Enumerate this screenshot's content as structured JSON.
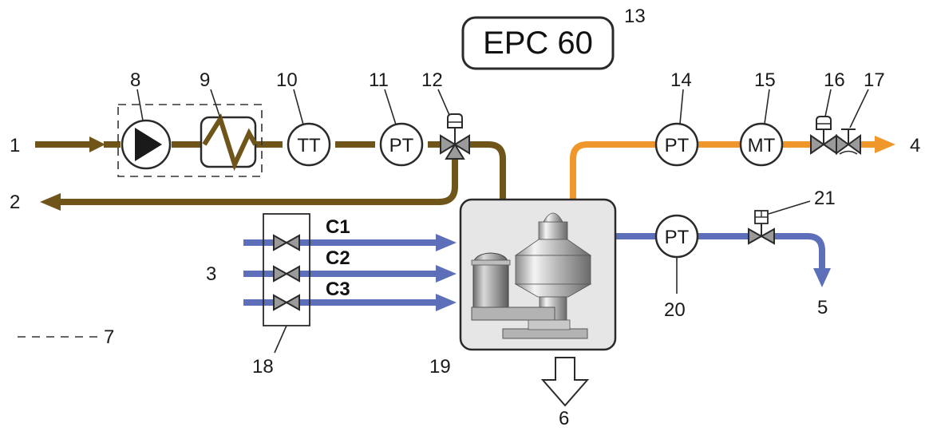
{
  "title": "EPC 60",
  "title_ref": "13",
  "colors": {
    "feed_pipe": "#6f5519",
    "product_pipe": "#f0972b",
    "gas_pipe": "#5d6fb8",
    "outline": "#2a2a2a",
    "machine_bg": "#e6e6e6",
    "valve_fill": "#a0a0a0"
  },
  "numbers": {
    "n1": "1",
    "n2": "2",
    "n3": "3",
    "n4": "4",
    "n5": "5",
    "n6": "6",
    "n7": "7",
    "n8": "8",
    "n9": "9",
    "n10": "10",
    "n11": "11",
    "n12": "12",
    "n14": "14",
    "n15": "15",
    "n16": "16",
    "n17": "17",
    "n18": "18",
    "n19": "19",
    "n20": "20",
    "n21": "21"
  },
  "instruments": {
    "tt": "TT",
    "pt1": "PT",
    "pt2": "PT",
    "mt": "MT",
    "pt3": "PT"
  },
  "gas_lines": {
    "c1": "C1",
    "c2": "C2",
    "c3": "C3"
  },
  "icons": [
    "pump-icon",
    "heat-exchanger-icon",
    "three-way-valve-icon",
    "gate-valve-icon",
    "check-valve-icon",
    "solenoid-valve-icon",
    "centrifuge-icon",
    "outlet-arrow-icon"
  ]
}
